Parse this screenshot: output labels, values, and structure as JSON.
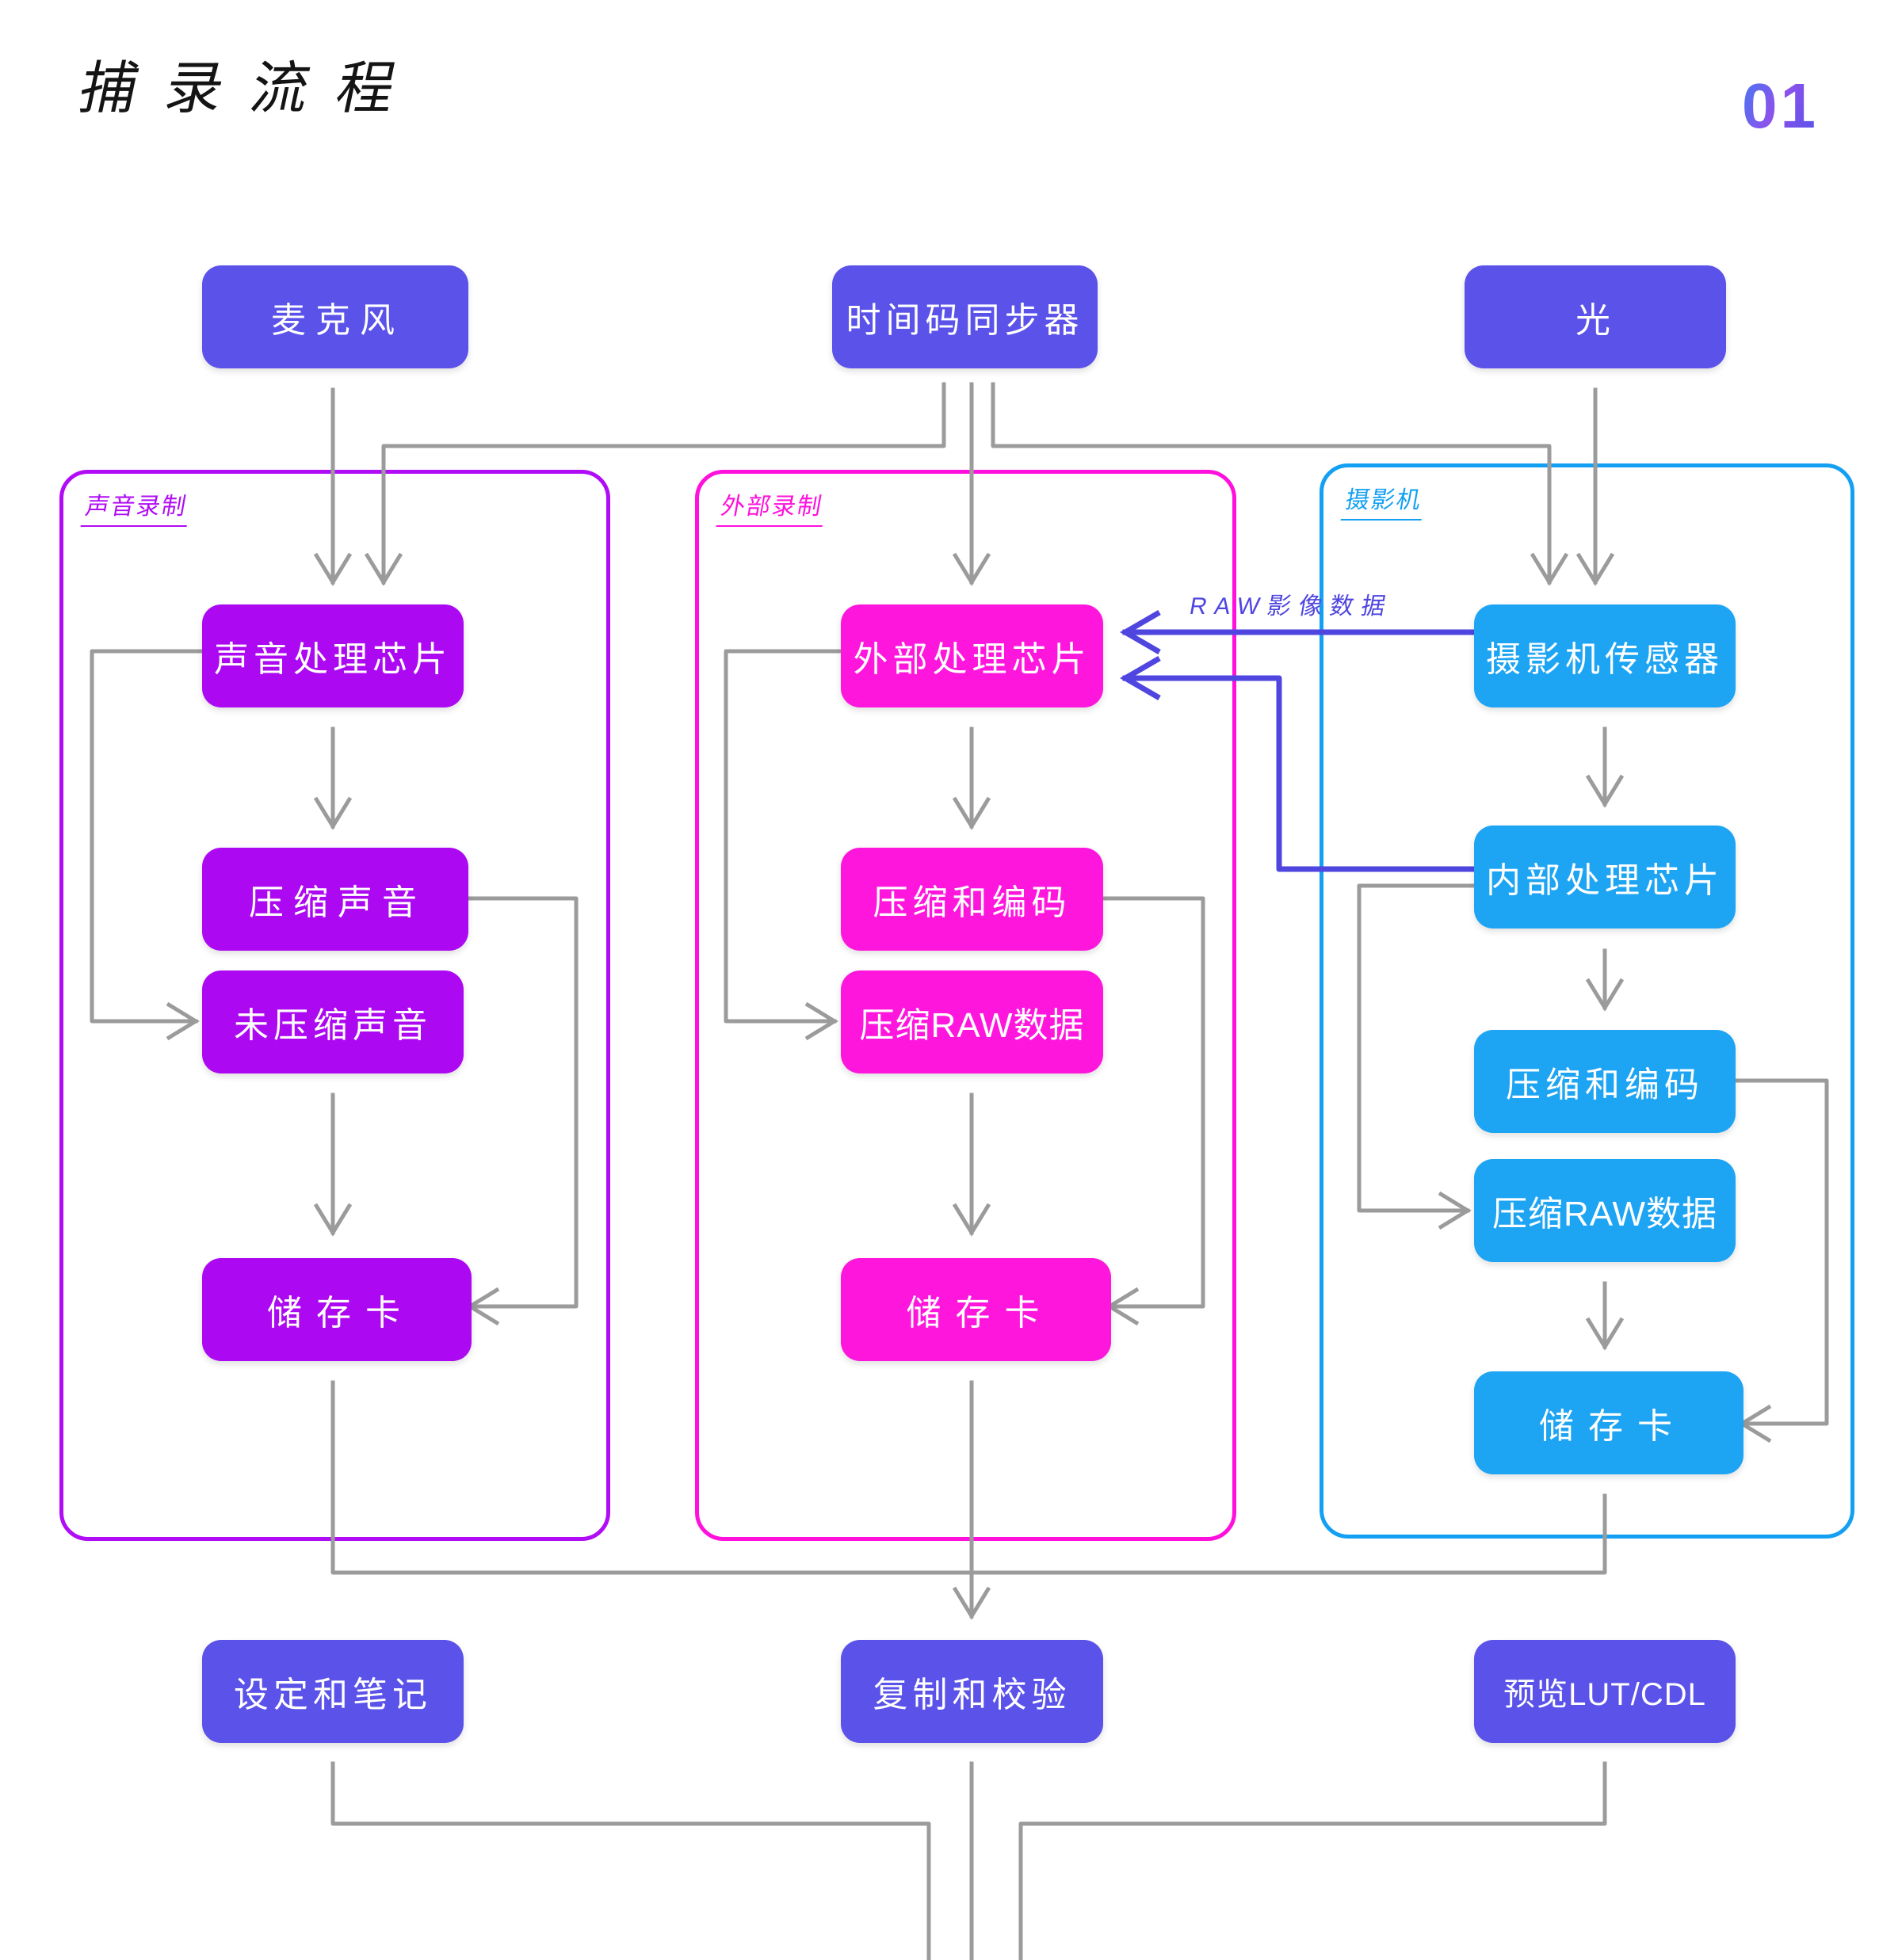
{
  "page": {
    "title": "捕录流程",
    "page_number": "01"
  },
  "top_nodes": {
    "microphone": "麦克风",
    "timecode_sync": "时间码同步器",
    "light": "光"
  },
  "sections": {
    "sound": {
      "label": "声音录制",
      "nodes": {
        "chip": "声音处理芯片",
        "compressed": "压缩声音",
        "uncompressed": "未压缩声音",
        "card": "储存卡"
      }
    },
    "external": {
      "label": "外部录制",
      "nodes": {
        "chip": "外部处理芯片",
        "encode": "压缩和编码",
        "raw": "压缩RAW数据",
        "card": "储存卡"
      }
    },
    "camera": {
      "label": "摄影机",
      "nodes": {
        "sensor": "摄影机传感器",
        "chip": "内部处理芯片",
        "encode": "压缩和编码",
        "raw": "压缩RAW数据",
        "card": "储存卡"
      }
    }
  },
  "raw_data_label": "RAW影像数据",
  "bottom_nodes": {
    "settings": "设定和笔记",
    "copy": "复制和校验",
    "lut": "预览LUT/CDL"
  },
  "colors": {
    "node_indigo": "#5a52e9",
    "purple": "#ac08f2",
    "purple_border": "#b00cf5",
    "magenta": "#ff16dd",
    "magenta_border": "#ff10dc",
    "blue": "#1da4f3",
    "blue_border": "#14a0f2",
    "line_gray": "#9b9b9b",
    "raw_indigo": "#4f46e0",
    "title_color": "#141414"
  }
}
